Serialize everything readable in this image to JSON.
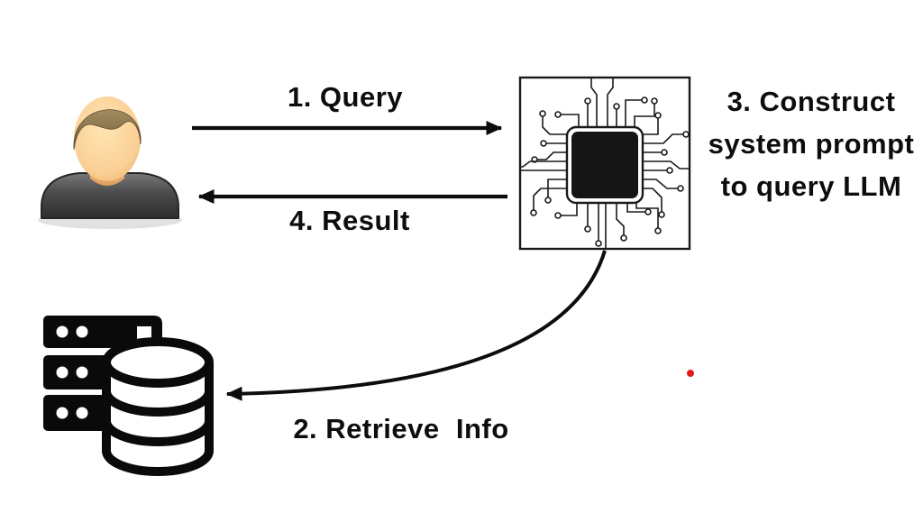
{
  "diagram": {
    "title_present": false,
    "background": "#ffffff",
    "nodes": [
      {
        "id": "user",
        "icon": "user-icon",
        "role": "person sending query"
      },
      {
        "id": "llm",
        "icon": "chip-icon",
        "role": "processor / LLM system"
      },
      {
        "id": "database",
        "icon": "database-icon",
        "role": "server rack with database cylinder"
      }
    ],
    "labels": {
      "step1": "1. Query",
      "step2": "2. Retrieve  Info",
      "step3": "3. Construct\nsystem prompt\nto query LLM",
      "step4": "4. Result"
    },
    "arrows": [
      {
        "name": "query-arrow",
        "from": "user",
        "to": "llm",
        "label": "1. Query"
      },
      {
        "name": "result-arrow",
        "from": "llm",
        "to": "user",
        "label": "4. Result"
      },
      {
        "name": "retrieve-arrow",
        "from": "llm",
        "to": "database",
        "label": "2. Retrieve  Info",
        "shape": "curved"
      }
    ],
    "colors": {
      "ink": "#0d0d0d",
      "red_dot": "#e01a1a",
      "hair_brown": "#8a7550",
      "skin": "#f8cf97",
      "shirt_gray": "#4a4a4a"
    }
  }
}
